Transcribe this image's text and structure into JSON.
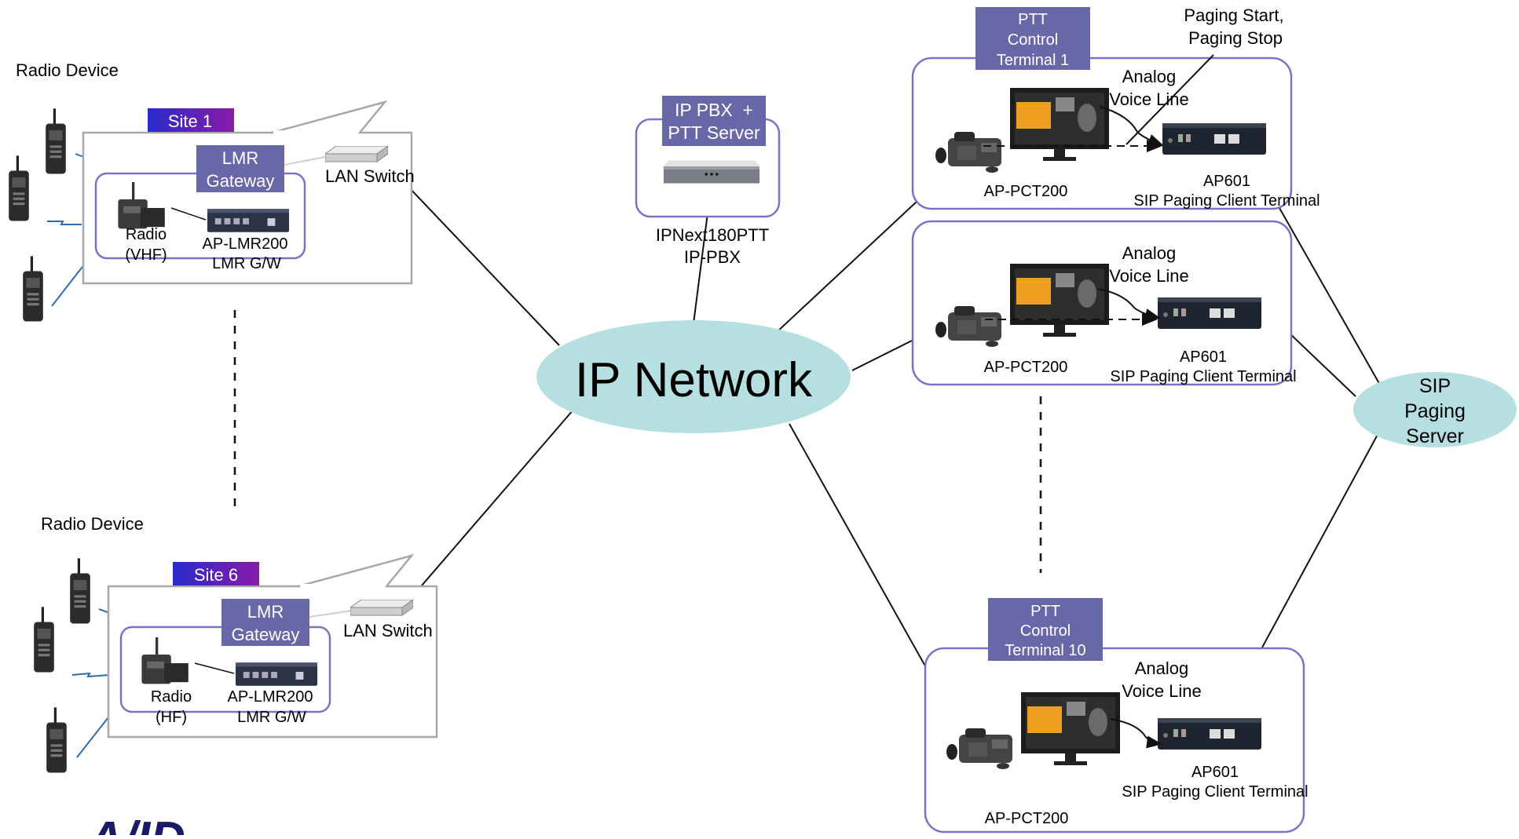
{
  "colors": {
    "tag_fill": "#6868a8",
    "site_tag_gradient_start": "#2a2acd",
    "site_tag_gradient_end": "#8a1aa8",
    "ellipse_fill": "#b5dfe0",
    "group_border": "#7a72c8",
    "site_border": "#a8a8a8",
    "line": "#111111",
    "radio_link": "#2a6db0"
  },
  "icons": {
    "radio_device": "handheld-radio-icon",
    "radio_base": "base-station-radio-icon",
    "lmr_gateway": "lmr-gateway-device-icon",
    "lan_switch": "lan-switch-icon",
    "pbx": "pbx-server-icon",
    "terminal": "ptt-control-terminal-icon",
    "phone": "desk-phone-icon",
    "paging_client": "paging-client-device-icon"
  },
  "network": {
    "label": "IP Network"
  },
  "sip_server": {
    "line1": "SIP",
    "line2": "Paging",
    "line3": "Server"
  },
  "pbx": {
    "tag_line1": "IP PBX  +",
    "tag_line2": "PTT Server",
    "name_line1": "IPNext180PTT",
    "name_line2": "IP-PBX"
  },
  "sites": [
    {
      "tag": "Site 1",
      "radio_label": "Radio Device",
      "gateway_tag_line1": "LMR",
      "gateway_tag_line2": "Gateway",
      "switch_label": "LAN Switch",
      "radio_line1": "Radio",
      "radio_line2": "(VHF)",
      "gw_line1": "AP-LMR200",
      "gw_line2": "LMR G/W"
    },
    {
      "tag": "Site 6",
      "radio_label": "Radio Device",
      "gateway_tag_line1": "LMR",
      "gateway_tag_line2": "Gateway",
      "switch_label": "LAN Switch",
      "radio_line1": "Radio",
      "radio_line2": "(HF)",
      "gw_line1": "AP-LMR200",
      "gw_line2": "LMR G/W"
    }
  ],
  "terminals": [
    {
      "tag_line1": "PTT",
      "tag_line2": "Control",
      "tag_line3": "Terminal 1",
      "voice_line1": "Analog",
      "voice_line2": "Voice Line",
      "pct_label": "AP-PCT200",
      "client_line1": "AP601",
      "client_line2": "SIP Paging Client Terminal"
    },
    {
      "voice_line1": "Analog",
      "voice_line2": "Voice Line",
      "pct_label": "AP-PCT200",
      "client_line1": "AP601",
      "client_line2": "SIP Paging Client Terminal"
    },
    {
      "tag_line1": "PTT",
      "tag_line2": "Control",
      "tag_line3": "Terminal 10",
      "voice_line1": "Analog",
      "voice_line2": "Voice Line",
      "pct_label": "AP-PCT200",
      "client_line1": "AP601",
      "client_line2": "SIP Paging Client Terminal"
    }
  ],
  "paging_note": {
    "line1": "Paging Start,",
    "line2": "Paging Stop"
  },
  "logo": {
    "text": "A/ID"
  }
}
